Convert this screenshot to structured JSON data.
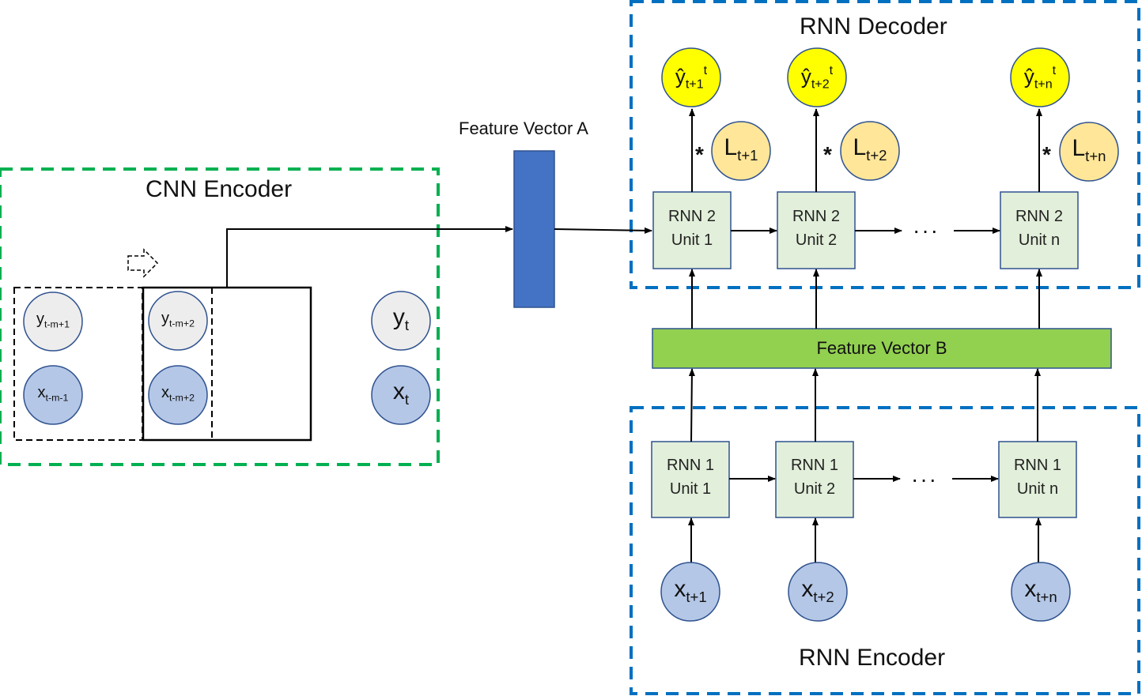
{
  "titles": {
    "cnn_encoder": "CNN Encoder",
    "rnn_decoder": "RNN Decoder",
    "rnn_encoder": "RNN Encoder",
    "feature_vector_a": "Feature Vector A",
    "feature_vector_b": "Feature Vector B"
  },
  "cnn_inputs": {
    "y1": {
      "base": "y",
      "sub": "t-m+1"
    },
    "x1": {
      "base": "x",
      "sub": "t-m-1"
    },
    "y2": {
      "base": "y",
      "sub": "t-m+2"
    },
    "x2": {
      "base": "x",
      "sub": "t-m+2"
    },
    "yt": {
      "base": "y",
      "sub": "t"
    },
    "xt": {
      "base": "x",
      "sub": "t"
    }
  },
  "decoder_units": [
    {
      "line1": "RNN 2",
      "line2": "Unit 1"
    },
    {
      "line1": "RNN 2",
      "line2": "Unit 2"
    },
    {
      "line1": "RNN 2",
      "line2": "Unit n"
    }
  ],
  "encoder_units": [
    {
      "line1": "RNN 1",
      "line2": "Unit 1"
    },
    {
      "line1": "RNN 1",
      "line2": "Unit 2"
    },
    {
      "line1": "RNN 1",
      "line2": "Unit n"
    }
  ],
  "outputs": [
    {
      "base": "ŷ",
      "sub": "t+1",
      "sup": "t"
    },
    {
      "base": "ŷ",
      "sub": "t+2",
      "sup": "t"
    },
    {
      "base": "ŷ",
      "sub": "t+n",
      "sup": "t"
    }
  ],
  "weights": [
    {
      "base": "L",
      "sub": "t+1"
    },
    {
      "base": "L",
      "sub": "t+2"
    },
    {
      "base": "L",
      "sub": "t+n"
    }
  ],
  "encoder_inputs": [
    {
      "base": "x",
      "sub": "t+1"
    },
    {
      "base": "x",
      "sub": "t+2"
    },
    {
      "base": "x",
      "sub": "t+n"
    }
  ],
  "multiply_symbol": "*",
  "ellipsis": "···",
  "colors": {
    "green_dashed": "#00b050",
    "blue_dashed": "#0070c0",
    "feature_a": "#4472c4",
    "feature_b": "#92d050",
    "unit_fill": "#e2efda",
    "unit_stroke": "#2f528f",
    "gray_circle": "#ededed",
    "blue_circle": "#b4c7e7",
    "yellow_circle": "#ffff00",
    "orange_circle": "#ffe699"
  }
}
